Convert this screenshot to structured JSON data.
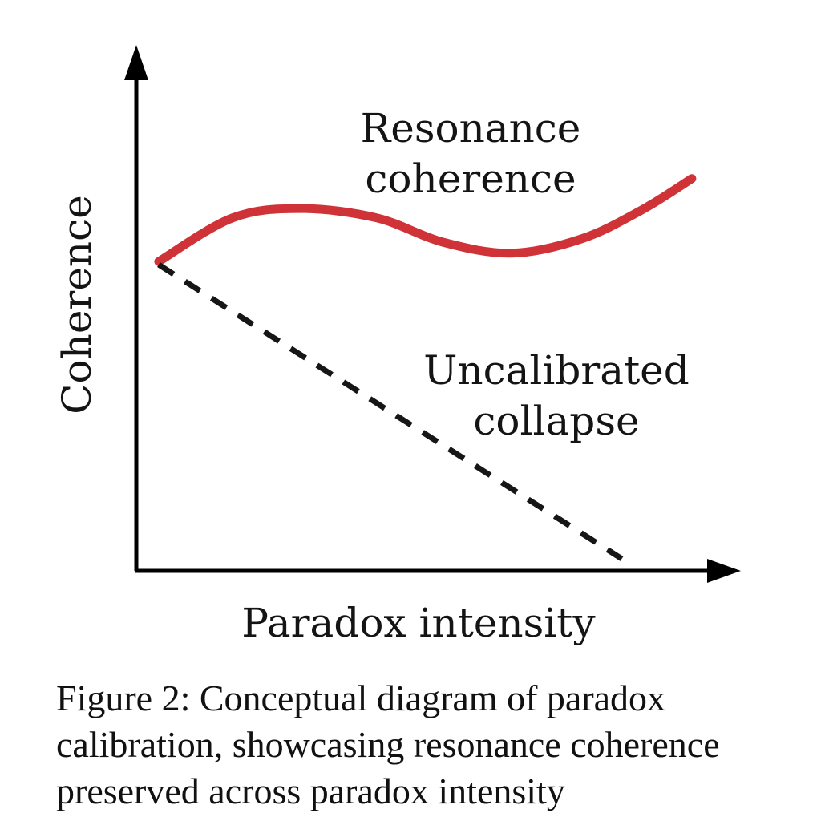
{
  "figure": {
    "caption": "Figure 2: Conceptual diagram of paradox\ncalibration, showcasing resonance coherence\npreserved across paradox intensity"
  },
  "chart_data": {
    "type": "line",
    "title": "",
    "xlabel": "Paradox intensity",
    "ylabel": "Coherence",
    "xlim": [
      0,
      1
    ],
    "ylim": [
      0,
      1
    ],
    "grid": false,
    "tick_labels": "none (conceptual axes, arrows only)",
    "legend_position": "inline-annotations",
    "series": [
      {
        "name": "Resonance coherence",
        "annotation_label": "Resonance\ncoherence",
        "line_style": "solid",
        "line_width": 11,
        "color": "#cf3338",
        "x": [
          0.037,
          0.159,
          0.272,
          0.398,
          0.507,
          0.621,
          0.736,
          0.836,
          0.919
        ],
        "y": [
          0.589,
          0.672,
          0.69,
          0.672,
          0.626,
          0.605,
          0.632,
          0.687,
          0.747
        ]
      },
      {
        "name": "Uncalibrated collapse",
        "annotation_label": "Uncalibrated\ncollapse",
        "line_style": "dashed",
        "line_width": 7,
        "color": "#161616",
        "x": [
          0.037,
          0.803
        ],
        "y": [
          0.583,
          0.023
        ]
      }
    ]
  },
  "colors": {
    "background": "#ffffff",
    "axis": "#000000",
    "text": "#141414"
  }
}
